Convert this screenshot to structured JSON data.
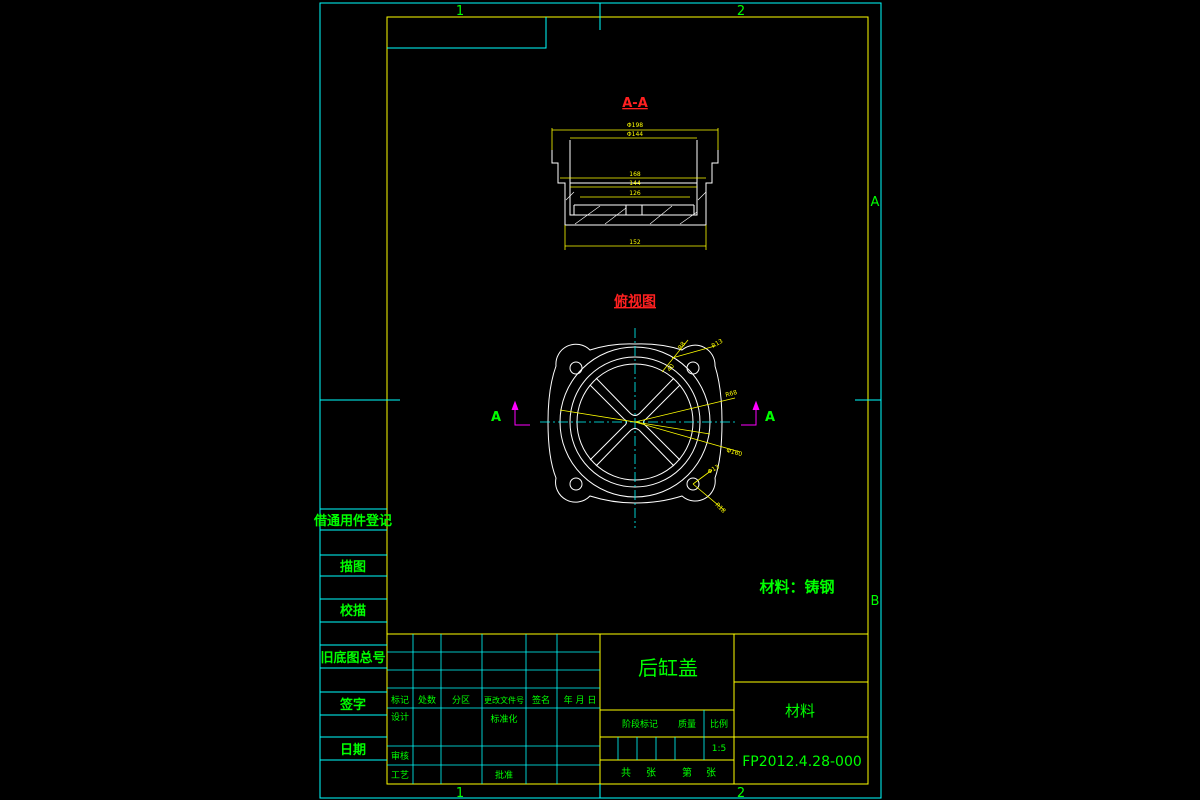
{
  "zones": {
    "col1": "1",
    "col2": "2",
    "rowA": "A",
    "rowB": "B"
  },
  "section": {
    "title": "A-A",
    "dims": [
      "Φ198",
      "Φ144",
      "168",
      "144",
      "126",
      "152"
    ]
  },
  "topview": {
    "title": "俯视图",
    "cut_label": "A",
    "dims": [
      "40",
      "R8",
      "R13",
      "R68",
      "Φ160",
      "Φ13",
      "R18"
    ]
  },
  "material_note": "材料：铸钢",
  "left_column": [
    "借通用件登记",
    "描图",
    "校描",
    "旧底图总号",
    "签字",
    "日期"
  ],
  "title_block": {
    "part_name": "后缸盖",
    "material": "材料",
    "drawing_no": "FP2012.4.28-000",
    "rev_headers": [
      "标记",
      "处数",
      "分区",
      "更改文件号",
      "签名",
      "年 月 日"
    ],
    "rows": [
      "设计",
      "审核",
      "工艺"
    ],
    "standardize": "标准化",
    "approve": "批准",
    "stage": "阶段标记",
    "weight": "质量",
    "scale_label": "比例",
    "scale": "1:5",
    "sheets_total": "共",
    "sheets_unit1": "张",
    "sheet_no": "第",
    "sheets_unit2": "张"
  },
  "colors": {
    "frame": "#00ffff",
    "border": "#ffff00",
    "text": "#00ff00",
    "title": "#ff2020",
    "dim": "#ffff00",
    "outline": "#ffffff",
    "center": "#00ffff",
    "cut": "#ff00ff"
  }
}
